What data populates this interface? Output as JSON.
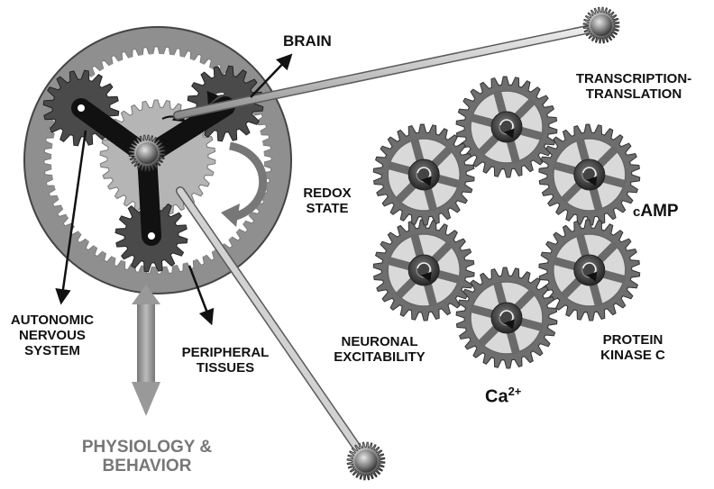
{
  "labels": {
    "brain": "BRAIN",
    "autonomic": "AUTONOMIC\nNERVOUS\nSYSTEM",
    "peripheral": "PERIPHERAL\nTISSUES",
    "physiology": "PHYSIOLOGY &\nBEHAVIOR",
    "transcription": "TRANSCRIPTION-\nTRANSLATION",
    "redox": "REDOX\nSTATE",
    "camp_prefix": "c",
    "camp": "AMP",
    "neuronal": "NEURONAL\nEXCITABILITY",
    "protein_kinase": "PROTEIN\nKINASE C",
    "ca": "Ca",
    "ca_sup": "2+"
  },
  "colors": {
    "ring_gear": "#9a9a9a",
    "dark_gear": "#4a4a4a",
    "light_gear": "#b5b5b5",
    "arm": "#111111",
    "cog_gear": "#6e6e6e",
    "rod": "#c8c8c8"
  }
}
